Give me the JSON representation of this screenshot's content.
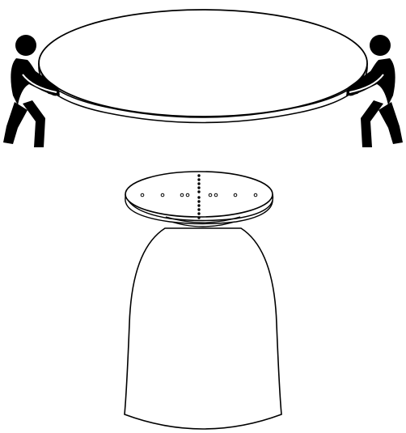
{
  "diagram": {
    "top_panel": {
      "figure_left": "person-carrying-icon",
      "figure_right": "person-carrying-icon",
      "object": "round-tabletop"
    },
    "bottom_panel": {
      "object": "table-base-with-mounting-plate",
      "plate_hole_pattern": "cross"
    },
    "colors": {
      "line": "#000000",
      "fill": "#ffffff"
    }
  }
}
